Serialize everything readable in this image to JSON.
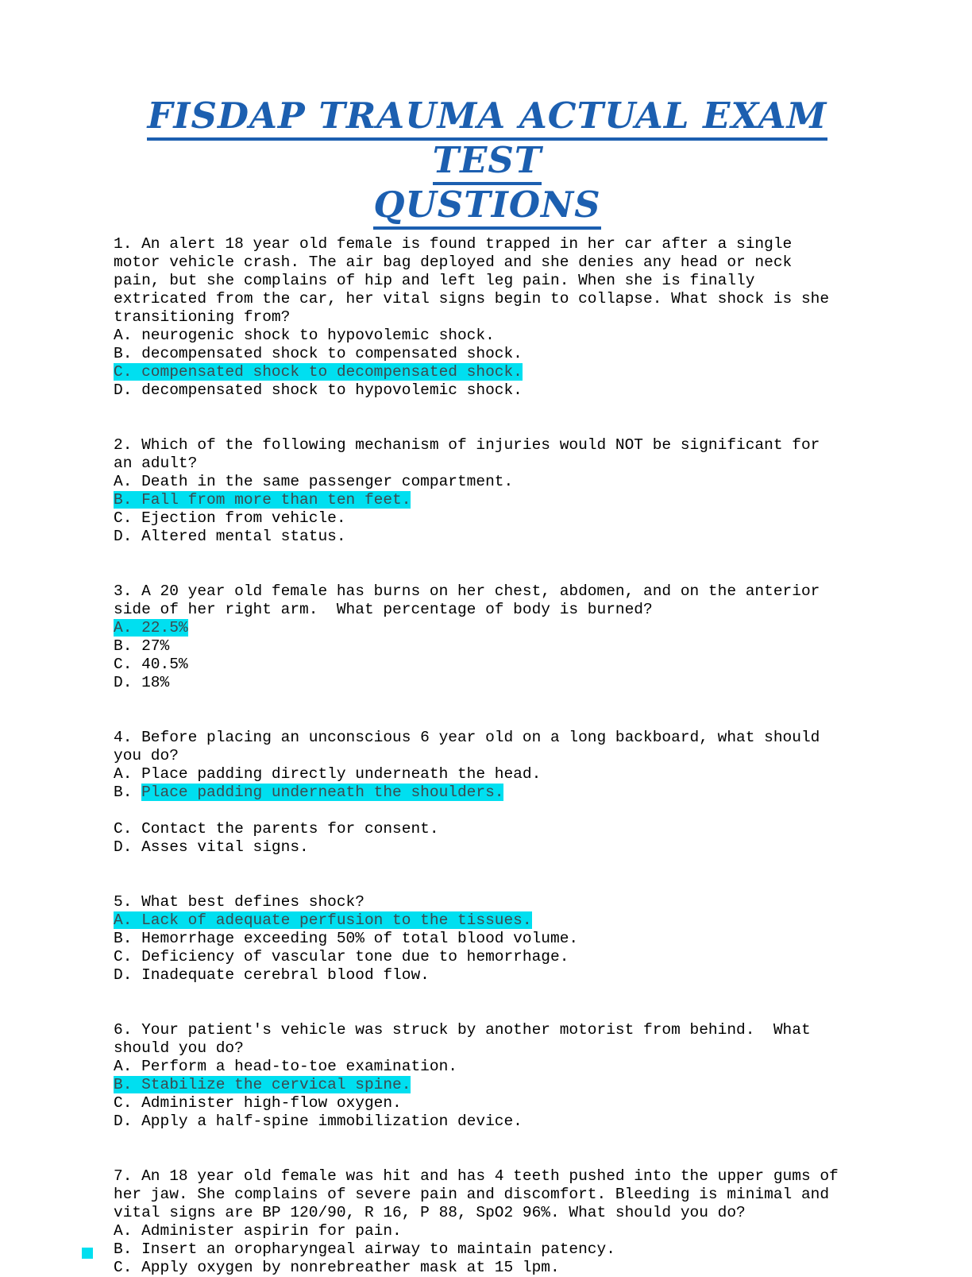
{
  "title": {
    "line1": "FISDAP TRAUMA ACTUAL EXAM TEST",
    "line2": "QUSTIONS"
  },
  "colors": {
    "title_blue": "#1c5fb0",
    "highlight_cyan": "#00dff0",
    "body_text": "#000000"
  },
  "questions": [
    {
      "stem_lines": [
        "1. An alert 18 year old female is found trapped in her car after a single",
        "motor vehicle crash. The air bag deployed and she denies any head or neck",
        "pain, but she complains of hip and left leg pain. When she is finally",
        "extricated from the car, her vital signs begin to collapse. What shock is she",
        "transitioning from?"
      ],
      "options": [
        {
          "segments": [
            {
              "t": "A. neurogenic shock to hypovolemic shock.",
              "h": false
            }
          ]
        },
        {
          "segments": [
            {
              "t": "B. decompensated shock to compensated shock.",
              "h": false
            }
          ]
        },
        {
          "segments": [
            {
              "t": "C. compensated shock to decompensated shock.",
              "h": true
            }
          ]
        },
        {
          "segments": [
            {
              "t": "D. decompensated shock to hypovolemic shock.",
              "h": false
            }
          ]
        }
      ]
    },
    {
      "stem_lines": [
        "2. Which of the following mechanism of injuries would NOT be significant for",
        "an adult?"
      ],
      "options": [
        {
          "segments": [
            {
              "t": "A. Death in the same passenger compartment.",
              "h": false
            }
          ]
        },
        {
          "segments": [
            {
              "t": "B. Fall from more than ten feet.",
              "h": true
            }
          ]
        },
        {
          "segments": [
            {
              "t": "C. Ejection from vehicle.",
              "h": false
            }
          ]
        },
        {
          "segments": [
            {
              "t": "D. Altered mental status.",
              "h": false
            }
          ]
        }
      ]
    },
    {
      "stem_lines": [
        "3. A 20 year old female has burns on her chest, abdomen, and on the anterior",
        "side of her right arm.  What percentage of body is burned?"
      ],
      "options": [
        {
          "segments": [
            {
              "t": "A. 22.5%",
              "h": true
            }
          ]
        },
        {
          "segments": [
            {
              "t": "B. 27%",
              "h": false
            }
          ]
        },
        {
          "segments": [
            {
              "t": "C. 40.5%",
              "h": false
            }
          ]
        },
        {
          "segments": [
            {
              "t": "D. 18%",
              "h": false
            }
          ]
        }
      ]
    },
    {
      "stem_lines": [
        "4. Before placing an unconscious 6 year old on a long backboard, what should",
        "you do?"
      ],
      "options": [
        {
          "segments": [
            {
              "t": "A. Place padding directly underneath the head.",
              "h": false
            }
          ]
        },
        {
          "segments": [
            {
              "t": "B. ",
              "h": false
            },
            {
              "t": "Place padding underneath the shoulders.",
              "h": true
            }
          ]
        },
        {
          "blank": true
        },
        {
          "segments": [
            {
              "t": "C. Contact the parents for consent.",
              "h": false
            }
          ]
        },
        {
          "segments": [
            {
              "t": "D. Asses vital signs.",
              "h": false
            }
          ]
        }
      ]
    },
    {
      "stem_lines": [
        "5. What best defines shock?"
      ],
      "options": [
        {
          "segments": [
            {
              "t": "A. Lack of adequate perfusion to the tissues.",
              "h": true
            }
          ]
        },
        {
          "segments": [
            {
              "t": "B. Hemorrhage exceeding 50% of total blood volume.",
              "h": false
            }
          ]
        },
        {
          "segments": [
            {
              "t": "C. Deficiency of vascular tone due to hemorrhage.",
              "h": false
            }
          ]
        },
        {
          "segments": [
            {
              "t": "D. Inadequate cerebral blood flow.",
              "h": false
            }
          ]
        }
      ]
    },
    {
      "stem_lines": [
        "6. Your patient's vehicle was struck by another motorist from behind.  What",
        "should you do?"
      ],
      "options": [
        {
          "segments": [
            {
              "t": "A. Perform a head-to-toe examination.",
              "h": false
            }
          ]
        },
        {
          "segments": [
            {
              "t": "B. Stabilize the cervical spine.",
              "h": true
            }
          ]
        },
        {
          "segments": [
            {
              "t": "C. Administer high-flow oxygen.",
              "h": false
            }
          ]
        },
        {
          "segments": [
            {
              "t": "D. Apply a half-spine immobilization device.",
              "h": false
            }
          ]
        }
      ]
    },
    {
      "stem_lines": [
        "7. An 18 year old female was hit and has 4 teeth pushed into the upper gums of",
        "her jaw. She complains of severe pain and discomfort. Bleeding is minimal and",
        "vital signs are BP 120/90, R 16, P 88, SpO2 96%. What should you do?"
      ],
      "options": [
        {
          "segments": [
            {
              "t": "A. Administer aspirin for pain.",
              "h": false
            }
          ]
        },
        {
          "segments": [
            {
              "t": "B. Insert an oropharyngeal airway to maintain patency.",
              "h": false
            }
          ]
        },
        {
          "segments": [
            {
              "t": "C. Apply oxygen by nonrebreather mask at 15 lpm.",
              "h": false
            }
          ]
        }
      ]
    }
  ]
}
